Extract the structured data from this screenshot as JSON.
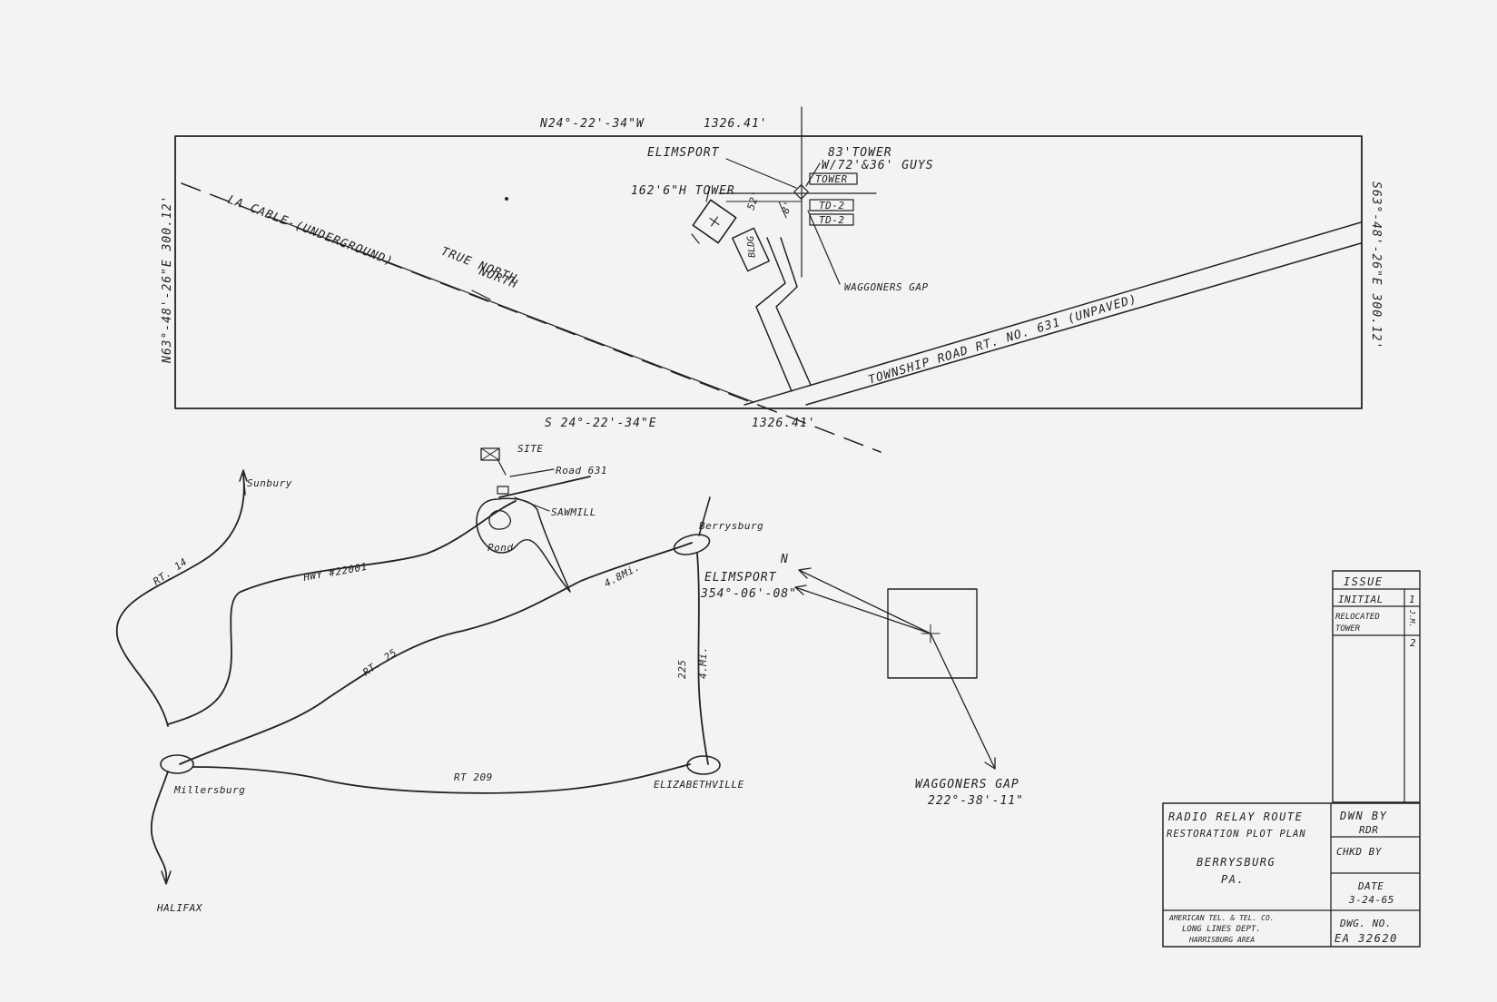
{
  "plot_plan": {
    "bearing_top": "N24°-22'-34\"W",
    "distance_top": "1326.41'",
    "bearing_bottom": "S 24°-22'-34\"E",
    "distance_bottom": "1326.41'",
    "bearing_left": "N63°-48'-26\"E 300.12'",
    "bearing_right": "S63°-48'-26\"E 300.12'",
    "label_elimsport": "ELIMSPORT",
    "label_waggoners_gap": "WAGGONERS GAP",
    "tower_83": "83'TOWER",
    "guys": "W/72'&36' GUYS",
    "tower_162": "162'6\"H TOWER",
    "dim_52": "52'",
    "dim_8": "8'",
    "bldg": "BLDG",
    "box_tower": "TOWER",
    "box_td2a": "TD-2",
    "box_td2b": "TD-2",
    "la_cable": "LA CABLE-(UNDERGROUND)",
    "true_north": "TRUE NORTH",
    "township_road": "TOWNSHIP ROAD RT. NO. 631 (UNPAVED)"
  },
  "location_map": {
    "site": "SITE",
    "road_631": "Road 631",
    "sawmill": "SAWMILL",
    "pond": "Pond",
    "sunbury": "Sunbury",
    "rt14": "RT. 14",
    "hwy": "HWY #22001",
    "rt25": "RT. 25",
    "dist_48": "4.8Mi.",
    "berrysburg": "Berrysburg",
    "rt225": "225",
    "dist_4": "4.Mi.",
    "millersburg": "Millersburg",
    "rt209": "RT 209",
    "elizabethville": "ELIZABETHVILLE",
    "halifax": "HALIFAX"
  },
  "direction_diagram": {
    "north": "N",
    "elimsport": "ELIMSPORT",
    "elimsport_bearing": "354°-06'-08\"",
    "waggoners_gap": "WAGGONERS GAP",
    "waggoners_bearing": "222°-38'-11\""
  },
  "issue_block": {
    "header": "ISSUE",
    "row1_label": "INITIAL",
    "row1_num": "1",
    "row2_label_a": "RELOCATED",
    "row2_label_b": "TOWER",
    "row2_mark": "J.M.",
    "row2_num": "2"
  },
  "title_block": {
    "title_line1": "RADIO RELAY ROUTE",
    "title_line2": "RESTORATION PLOT PLAN",
    "location_line1": "BERRYSBURG",
    "location_line2": "PA.",
    "company_line1": "AMERICAN TEL. & TEL. CO.",
    "company_line2": "LONG LINES DEPT.",
    "company_line3": "HARRISBURG AREA",
    "dwn_by_label": "DWN BY",
    "dwn_by_value": "RDR",
    "chkd_by_label": "CHKD BY",
    "date_label": "DATE",
    "date_value": "3-24-65",
    "dwg_no_label": "DWG. NO.",
    "dwg_no_value": "EA 32620"
  }
}
